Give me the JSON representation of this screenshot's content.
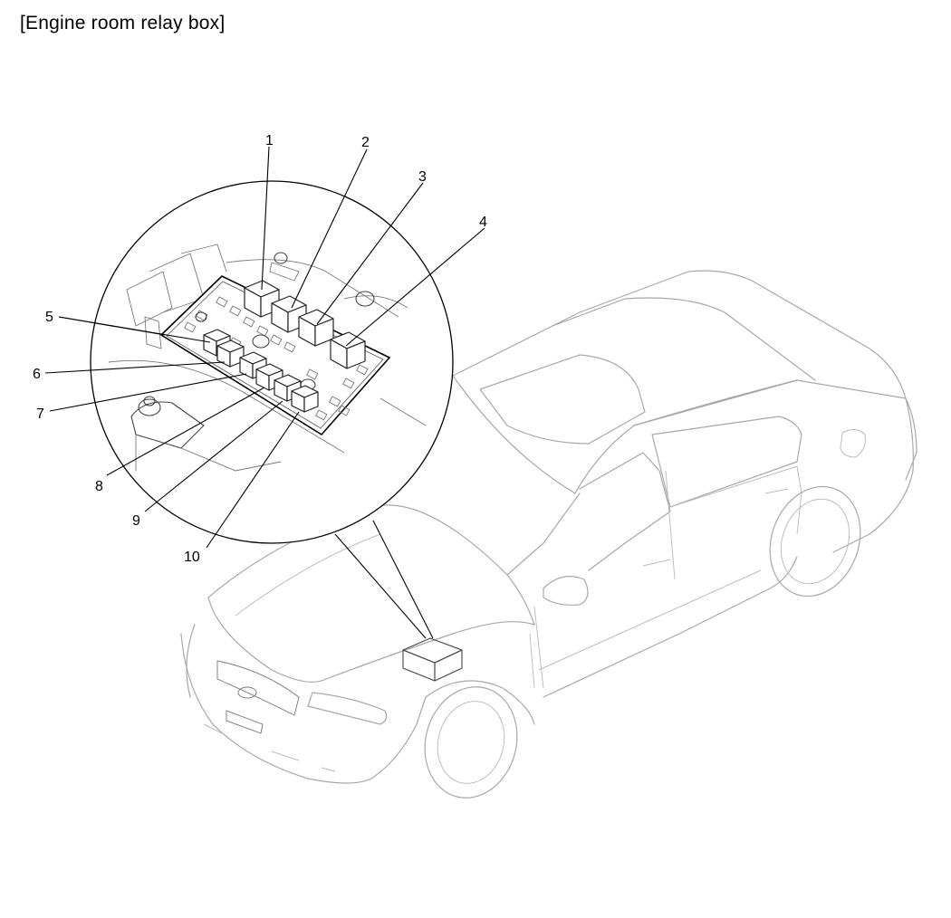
{
  "title": "[Engine room relay box]",
  "callouts": [
    "1",
    "2",
    "3",
    "4",
    "5",
    "6",
    "7",
    "8",
    "9",
    "10"
  ]
}
